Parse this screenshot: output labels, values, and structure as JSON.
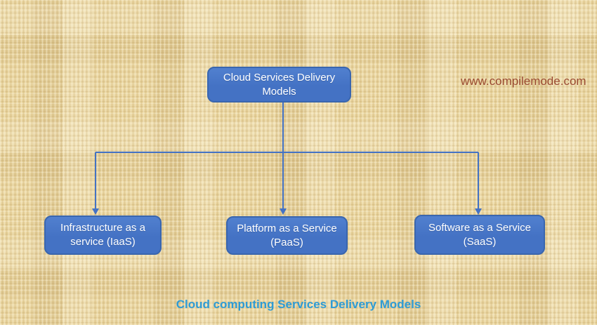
{
  "colors": {
    "box_fill": "#4472C4",
    "box_border": "#3A66AE",
    "box_text": "#FFFFFF",
    "connector": "#4472C4",
    "caption_text": "#2E9BD5",
    "watermark_text": "#9A4A31",
    "background_base": "#E9D5A0"
  },
  "nodes": {
    "root": {
      "label": "Cloud Services Delivery Models"
    },
    "children": [
      {
        "id": "iaas",
        "label": "Infrastructure as a service (IaaS)"
      },
      {
        "id": "paas",
        "label": "Platform as a Service (PaaS)"
      },
      {
        "id": "saas",
        "label": "Software as a Service (SaaS)"
      }
    ]
  },
  "caption": {
    "text": "Cloud computing Services Delivery Models"
  },
  "watermark": {
    "text": "www.compilemode.com"
  }
}
